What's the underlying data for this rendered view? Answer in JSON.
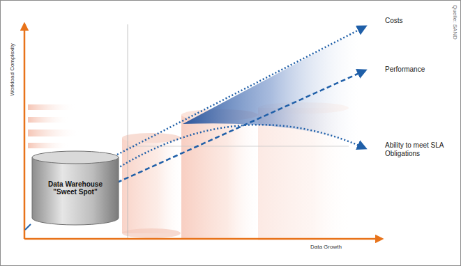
{
  "diagram": {
    "nodes": [
      {
        "text": [
          "Data Warehouse \"Sweet Spot\""
        ]
      }
    ],
    "labels": [
      "Workload Complexity",
      "Data Growth",
      "Costs",
      "Performance",
      "Ability to meet SLA Obligations",
      "Quelle: SAND"
    ]
  }
}
